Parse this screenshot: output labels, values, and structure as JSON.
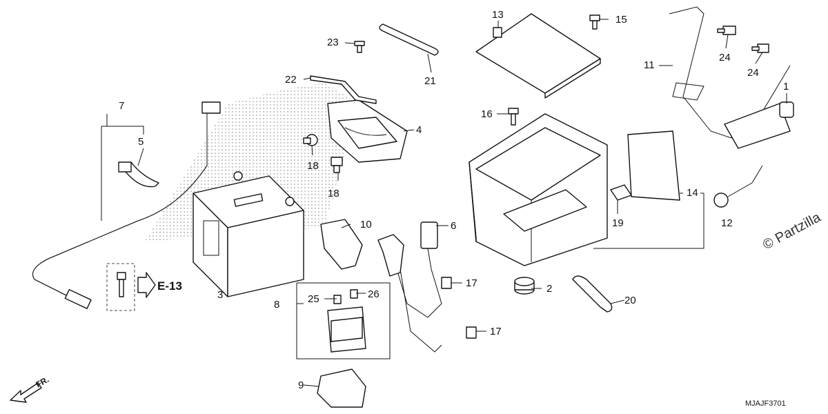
{
  "callouts": {
    "c1": "1",
    "c2": "2",
    "c3": "3",
    "c4": "4",
    "c5": "5",
    "c6": "6",
    "c7": "7",
    "c8": "8",
    "c9": "9",
    "c10": "10",
    "c11": "11",
    "c12": "12",
    "c13": "13",
    "c14": "14",
    "c15": "15",
    "c16": "16",
    "c17a": "17",
    "c17b": "17",
    "c18a": "18",
    "c18b": "18",
    "c19": "19",
    "c20": "20",
    "c21": "21",
    "c22": "22",
    "c23": "23",
    "c24a": "24",
    "c24b": "24",
    "c25": "25",
    "c26": "26"
  },
  "reference": "E-13",
  "front_label": "FR.",
  "diagram_code": "MJAJF3701",
  "watermark": "© Partzilla"
}
